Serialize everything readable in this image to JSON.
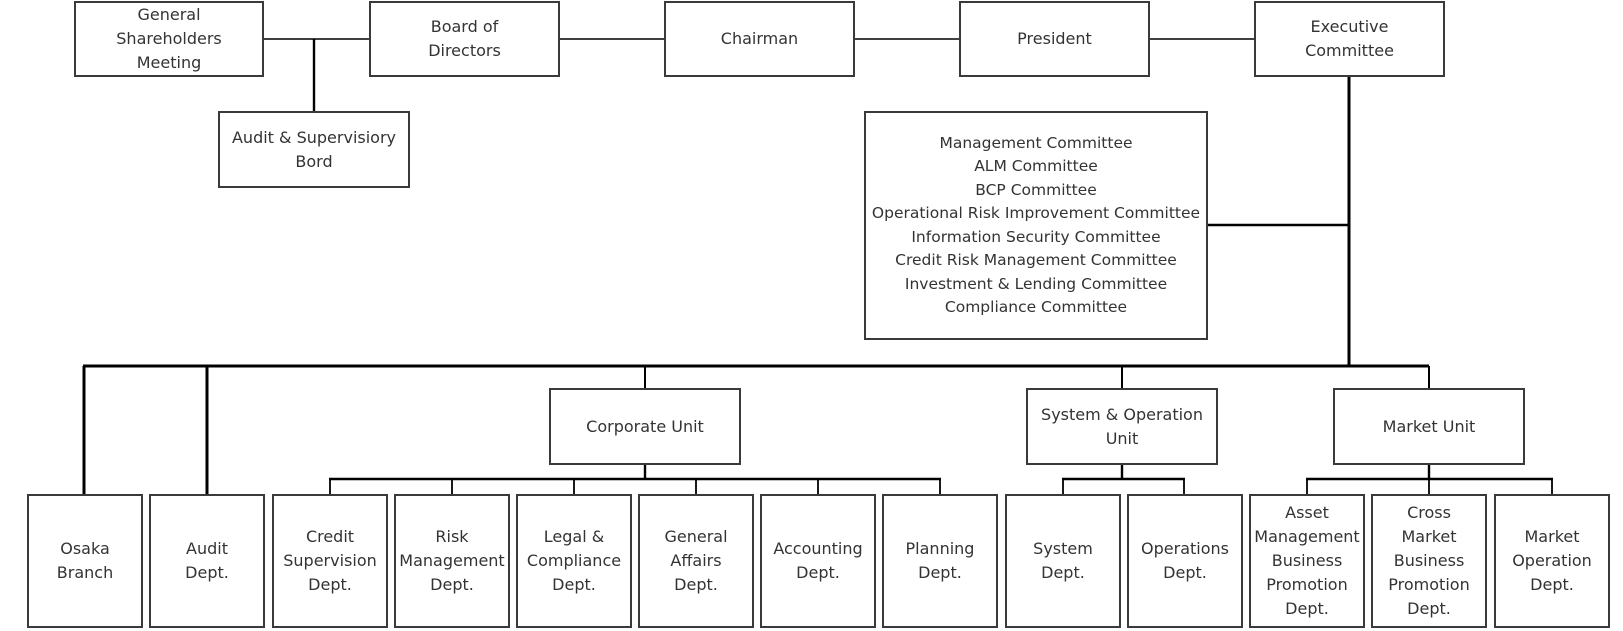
{
  "top_row": {
    "shareholders": "General\nShareholders\nMeeting",
    "board": "Board of\nDirectors",
    "chairman": "Chairman",
    "president": "President",
    "executive": "Executive\nCommittee"
  },
  "audit_board": "Audit & Supervisiory\nBord",
  "committees": [
    "Management Committee",
    "ALM Committee",
    "BCP Committee",
    "Operational Risk Improvement Committee",
    "Information Security Committee",
    "Credit Risk Management Committee",
    "Investment & Lending Committee",
    "Compliance Committee"
  ],
  "units": {
    "corporate": "Corporate Unit",
    "system_operation": "System & Operation\nUnit",
    "market": "Market Unit"
  },
  "departments": {
    "osaka": "Osaka\nBranch",
    "audit": "Audit\nDept.",
    "credit": "Credit\nSupervision\nDept.",
    "risk": "Risk\nManagement\nDept.",
    "legal": "Legal &\nCompliance\nDept.",
    "general": "General\nAffairs\nDept.",
    "accounting": "Accounting\nDept.",
    "planning": "Planning\nDept.",
    "system": "System\nDept.",
    "operations": "Operations\nDept.",
    "asset": "Asset\nManagement\nBusiness\nPromotion\nDept.",
    "cross": "Cross\nMarket\nBusiness\nPromotion\nDept.",
    "market_op": "Market\nOperation\nDept."
  },
  "colors": {
    "line": "#000000",
    "border": "#3a3a3a",
    "text": "#333333"
  }
}
